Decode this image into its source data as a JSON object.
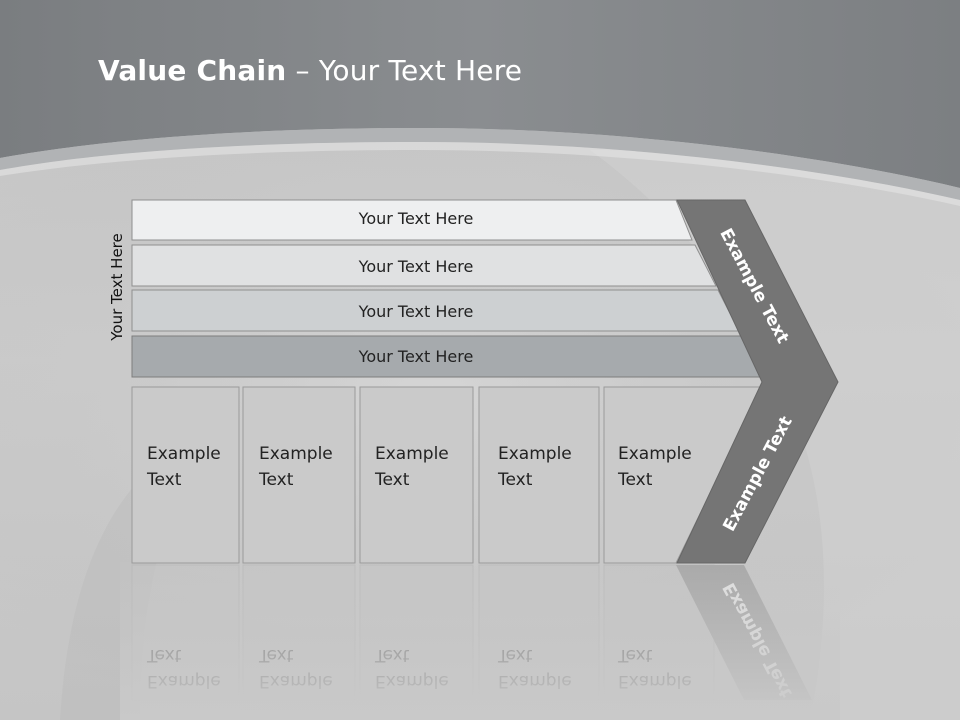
{
  "title": {
    "bold": "Value Chain",
    "rest": " – Your Text Here"
  },
  "side_label": "Your Text Here",
  "bars": [
    "Your Text Here",
    "Your Text Here",
    "Your Text Here",
    "Your Text Here"
  ],
  "cells": [
    {
      "line1": "Example",
      "line2": "Text"
    },
    {
      "line1": "Example",
      "line2": "Text"
    },
    {
      "line1": "Example",
      "line2": "Text"
    },
    {
      "line1": "Example",
      "line2": "Text"
    },
    {
      "line1": "Example",
      "line2": "Text"
    }
  ],
  "chevron": {
    "upper": "Example Text",
    "lower": "Example Text"
  },
  "colors": {
    "bar_fills": [
      "#eeeff0",
      "#e0e1e2",
      "#cdd0d2",
      "#a6aaad"
    ],
    "chevron": "#757575",
    "cell_fill": "#cacaca",
    "title": "#ffffff"
  }
}
